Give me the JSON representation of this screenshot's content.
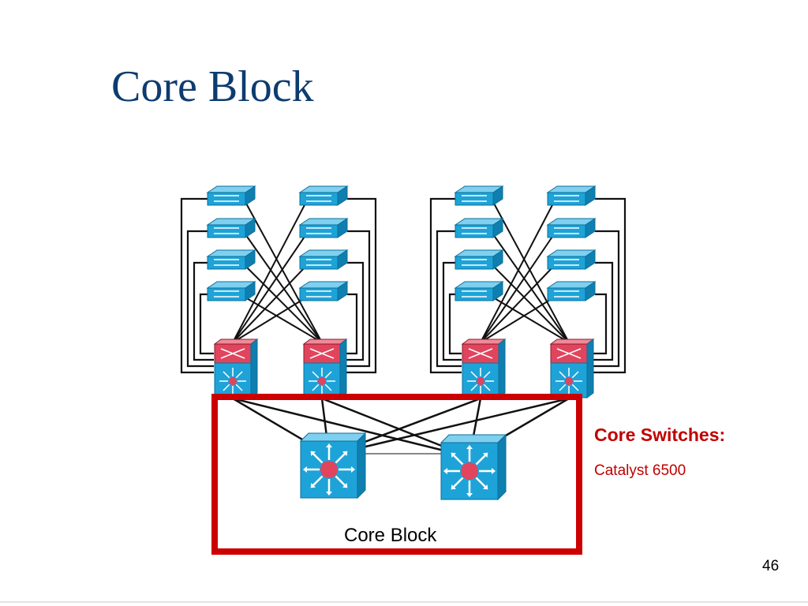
{
  "slide": {
    "title": "Core Block",
    "page_number": "46"
  },
  "diagram": {
    "block_label": "Core Block",
    "core_heading": "Core Switches:",
    "core_model": "Catalyst 6500",
    "icons": {
      "access_switch": "workgroup-switch-icon",
      "distribution_switch": "multilayer-switch-with-router-icon",
      "core_switch": "multilayer-switch-icon"
    },
    "counts": {
      "switch_blocks": 2,
      "access_switches_per_block": 8,
      "distribution_switches_per_block": 2,
      "core_switches": 2
    }
  },
  "colors": {
    "title": "#0d3c6f",
    "accent_red": "#c00000",
    "switch_blue": "#1ea3d8",
    "router_red": "#e0455d",
    "link": "#111111"
  }
}
